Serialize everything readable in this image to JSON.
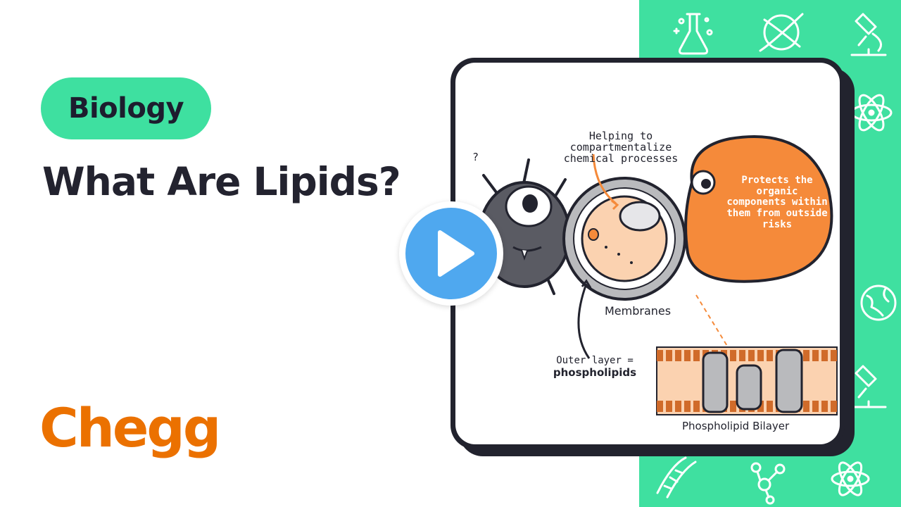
{
  "badge": {
    "label": "Biology"
  },
  "video": {
    "title": "What Are Lipids?"
  },
  "brand": {
    "logo_text": "Chegg",
    "color": "#eb7100"
  },
  "theme": {
    "accent_green": "#3fe0a0",
    "play_blue": "#4fa8ef",
    "dark": "#22232e",
    "cell_orange": "#f58a3a"
  },
  "illustration": {
    "question_mark": "?",
    "label_helping": "Helping to compartmentalize chemical processes",
    "label_protects": "Protects the organic components within them from outside risks",
    "label_membranes": "Membranes",
    "label_outer_layer": "Outer layer =",
    "label_phospholipids": "phospholipids",
    "label_bilayer": "Phospholipid Bilayer"
  },
  "panel_icons": [
    "flask-icon",
    "planet-icon",
    "microscope-icon",
    "atom-icon",
    "globe-icon",
    "dna-icon",
    "molecule-icon"
  ],
  "player": {
    "play_icon": "play-icon"
  }
}
